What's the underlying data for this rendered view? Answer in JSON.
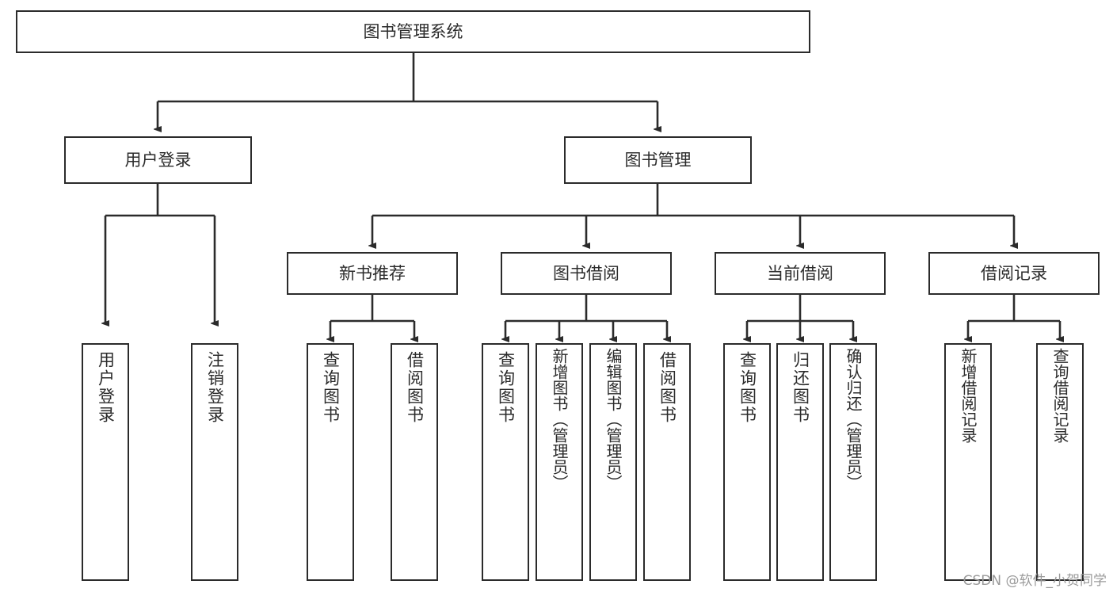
{
  "diagram": {
    "title": "图书管理系统",
    "type": "hierarchy-tree",
    "root": {
      "id": "root",
      "label": "图书管理系统"
    },
    "level2": [
      {
        "id": "user-login",
        "label": "用户登录"
      },
      {
        "id": "book-manage",
        "label": "图书管理"
      }
    ],
    "level3": [
      {
        "id": "new-book-rec",
        "label": "新书推荐",
        "parent": "book-manage"
      },
      {
        "id": "book-borrow",
        "label": "图书借阅",
        "parent": "book-manage"
      },
      {
        "id": "current-borrow",
        "label": "当前借阅",
        "parent": "book-manage"
      },
      {
        "id": "borrow-record",
        "label": "借阅记录",
        "parent": "book-manage"
      }
    ],
    "leaves": [
      {
        "id": "leaf-user-login",
        "label": "用户登录",
        "parent": "user-login"
      },
      {
        "id": "leaf-logout",
        "label": "注销登录",
        "parent": "user-login"
      },
      {
        "id": "leaf-query-book-1",
        "label": "查询图书",
        "parent": "new-book-rec"
      },
      {
        "id": "leaf-borrow-book-1",
        "label": "借阅图书",
        "parent": "new-book-rec"
      },
      {
        "id": "leaf-query-book-2",
        "label": "查询图书",
        "parent": "book-borrow"
      },
      {
        "id": "leaf-add-book",
        "label": "新增图书（管理员）",
        "parent": "book-borrow"
      },
      {
        "id": "leaf-edit-book",
        "label": "编辑图书（管理员）",
        "parent": "book-borrow"
      },
      {
        "id": "leaf-borrow-book-2",
        "label": "借阅图书",
        "parent": "book-borrow"
      },
      {
        "id": "leaf-query-book-3",
        "label": "查询图书",
        "parent": "current-borrow"
      },
      {
        "id": "leaf-return-book",
        "label": "归还图书",
        "parent": "current-borrow"
      },
      {
        "id": "leaf-confirm-return",
        "label": "确认归还（管理员）",
        "parent": "current-borrow"
      },
      {
        "id": "leaf-add-record",
        "label": "新增借阅记录",
        "parent": "borrow-record"
      },
      {
        "id": "leaf-query-record",
        "label": "查询借阅记录",
        "parent": "borrow-record"
      }
    ],
    "colors": {
      "stroke": "#2b2b2b",
      "fill": "#ffffff",
      "text": "#2b2b2b",
      "watermark": "#9a9a9a"
    }
  },
  "watermark": {
    "text": "CSDN @软件_小贺同学"
  }
}
